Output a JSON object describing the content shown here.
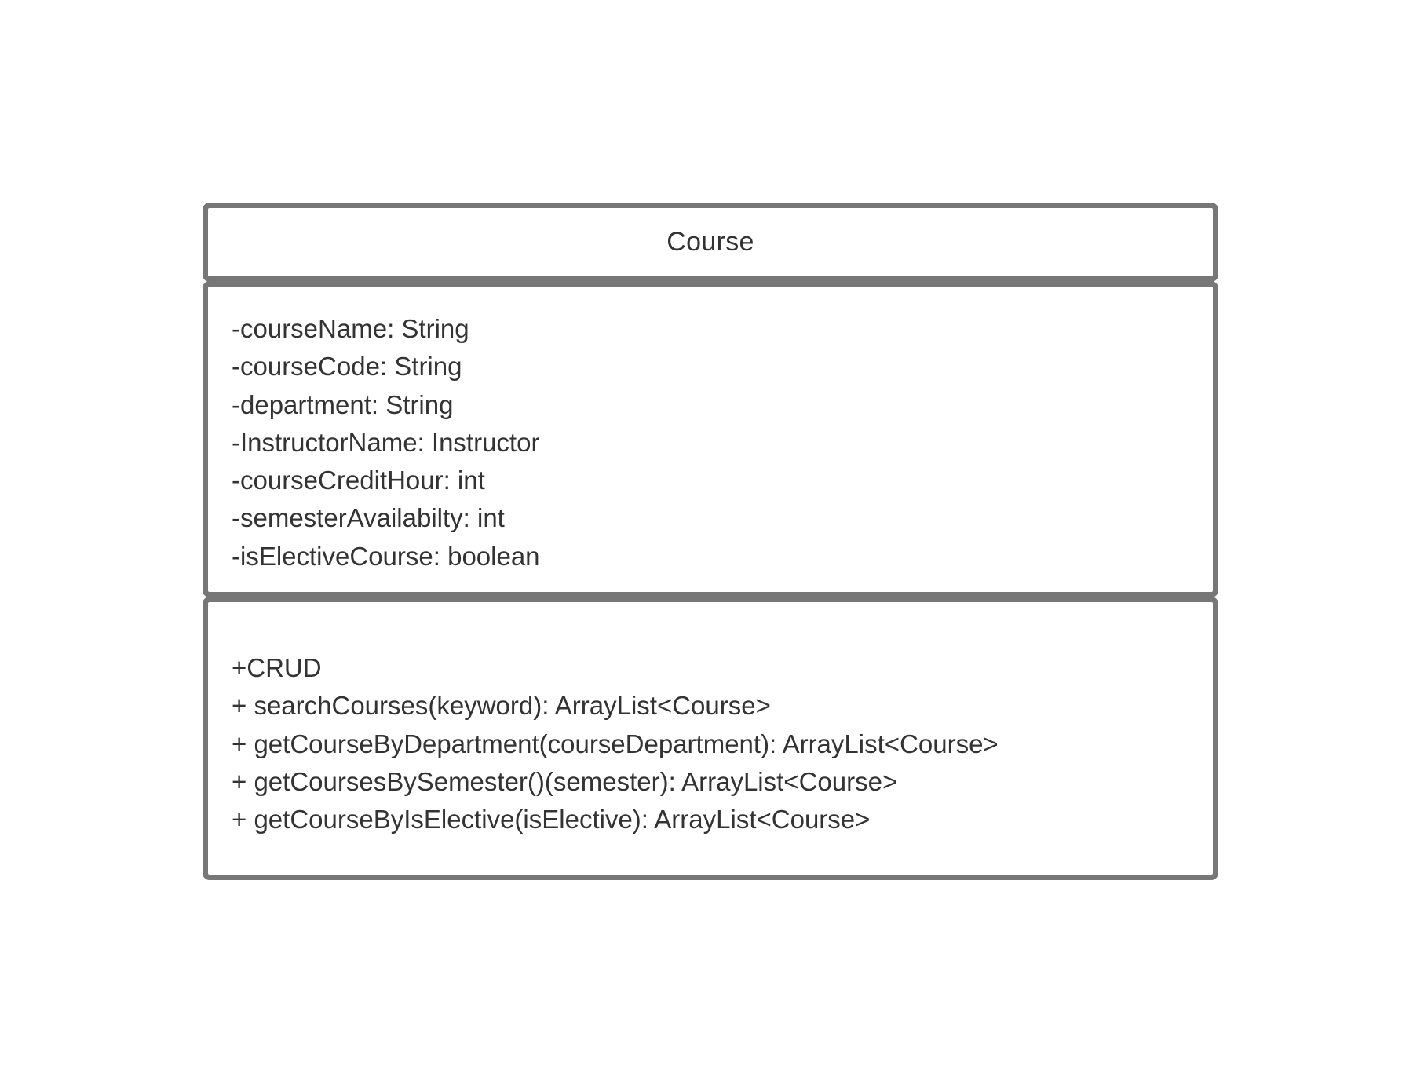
{
  "class": {
    "name": "Course",
    "attributes": [
      "-courseName: String",
      "-courseCode: String",
      "-department: String",
      "-InstructorName: Instructor",
      "-courseCreditHour: int",
      "-semesterAvailabilty: int",
      "-isElectiveCourse: boolean"
    ],
    "methods": [
      "+CRUD",
      "+ searchCourses(keyword): ArrayList<Course>",
      "+ getCourseByDepartment(courseDepartment): ArrayList<Course>",
      "+ getCoursesBySemester()(semester): ArrayList<Course>",
      "+ getCourseByIsElective(isElective): ArrayList<Course>"
    ]
  },
  "colors": {
    "border": "#777777",
    "text": "#333333",
    "background": "#ffffff"
  }
}
